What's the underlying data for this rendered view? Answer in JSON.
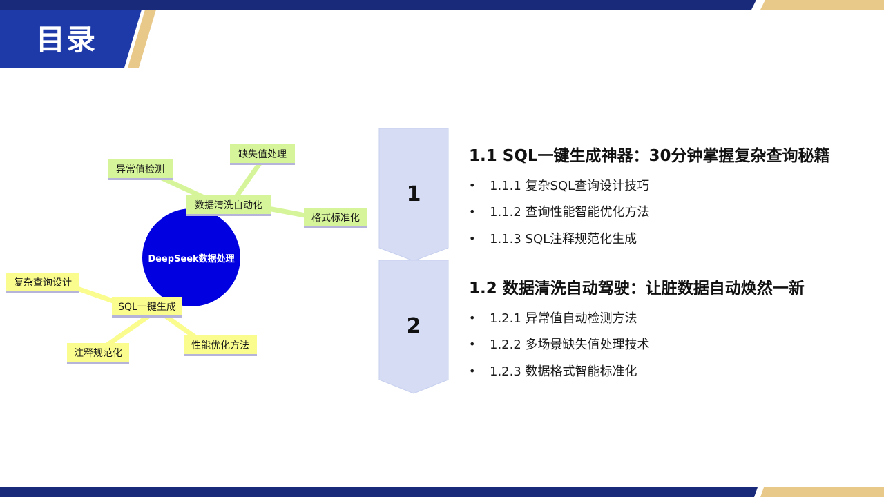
{
  "header": {
    "title": "目录"
  },
  "mindmap": {
    "center": "DeepSeek数据处理",
    "branch1": {
      "label": "数据清洗自动化",
      "children": [
        "异常值检测",
        "缺失值处理",
        "格式标准化"
      ]
    },
    "branch2": {
      "label": "SQL一键生成",
      "children": [
        "复杂查询设计",
        "注释规范化",
        "性能优化方法"
      ]
    }
  },
  "sections": [
    {
      "number": "1",
      "title": "1.1 SQL一键生成神器：30分钟掌握复杂查询秘籍",
      "items": [
        "1.1.1 复杂SQL查询设计技巧",
        "1.1.2 查询性能智能优化方法",
        "1.1.3 SQL注释规范化生成"
      ]
    },
    {
      "number": "2",
      "title": "1.2 数据清洗自动驾驶：让脏数据自动焕然一新",
      "items": [
        "1.2.1 异常值自动检测方法",
        "1.2.2 多场景缺失值处理技术",
        "1.2.3 数据格式智能标准化"
      ]
    }
  ],
  "bullet": "•",
  "colors": {
    "navy": "#1a2a7a",
    "title_blue": "#1e3aa8",
    "gold": "#e8c98a",
    "mindmap_center": "#0000e0",
    "node_green": "#d6f59a",
    "node_yellow": "#fafc8e",
    "chevron": "#d5dcf4"
  }
}
